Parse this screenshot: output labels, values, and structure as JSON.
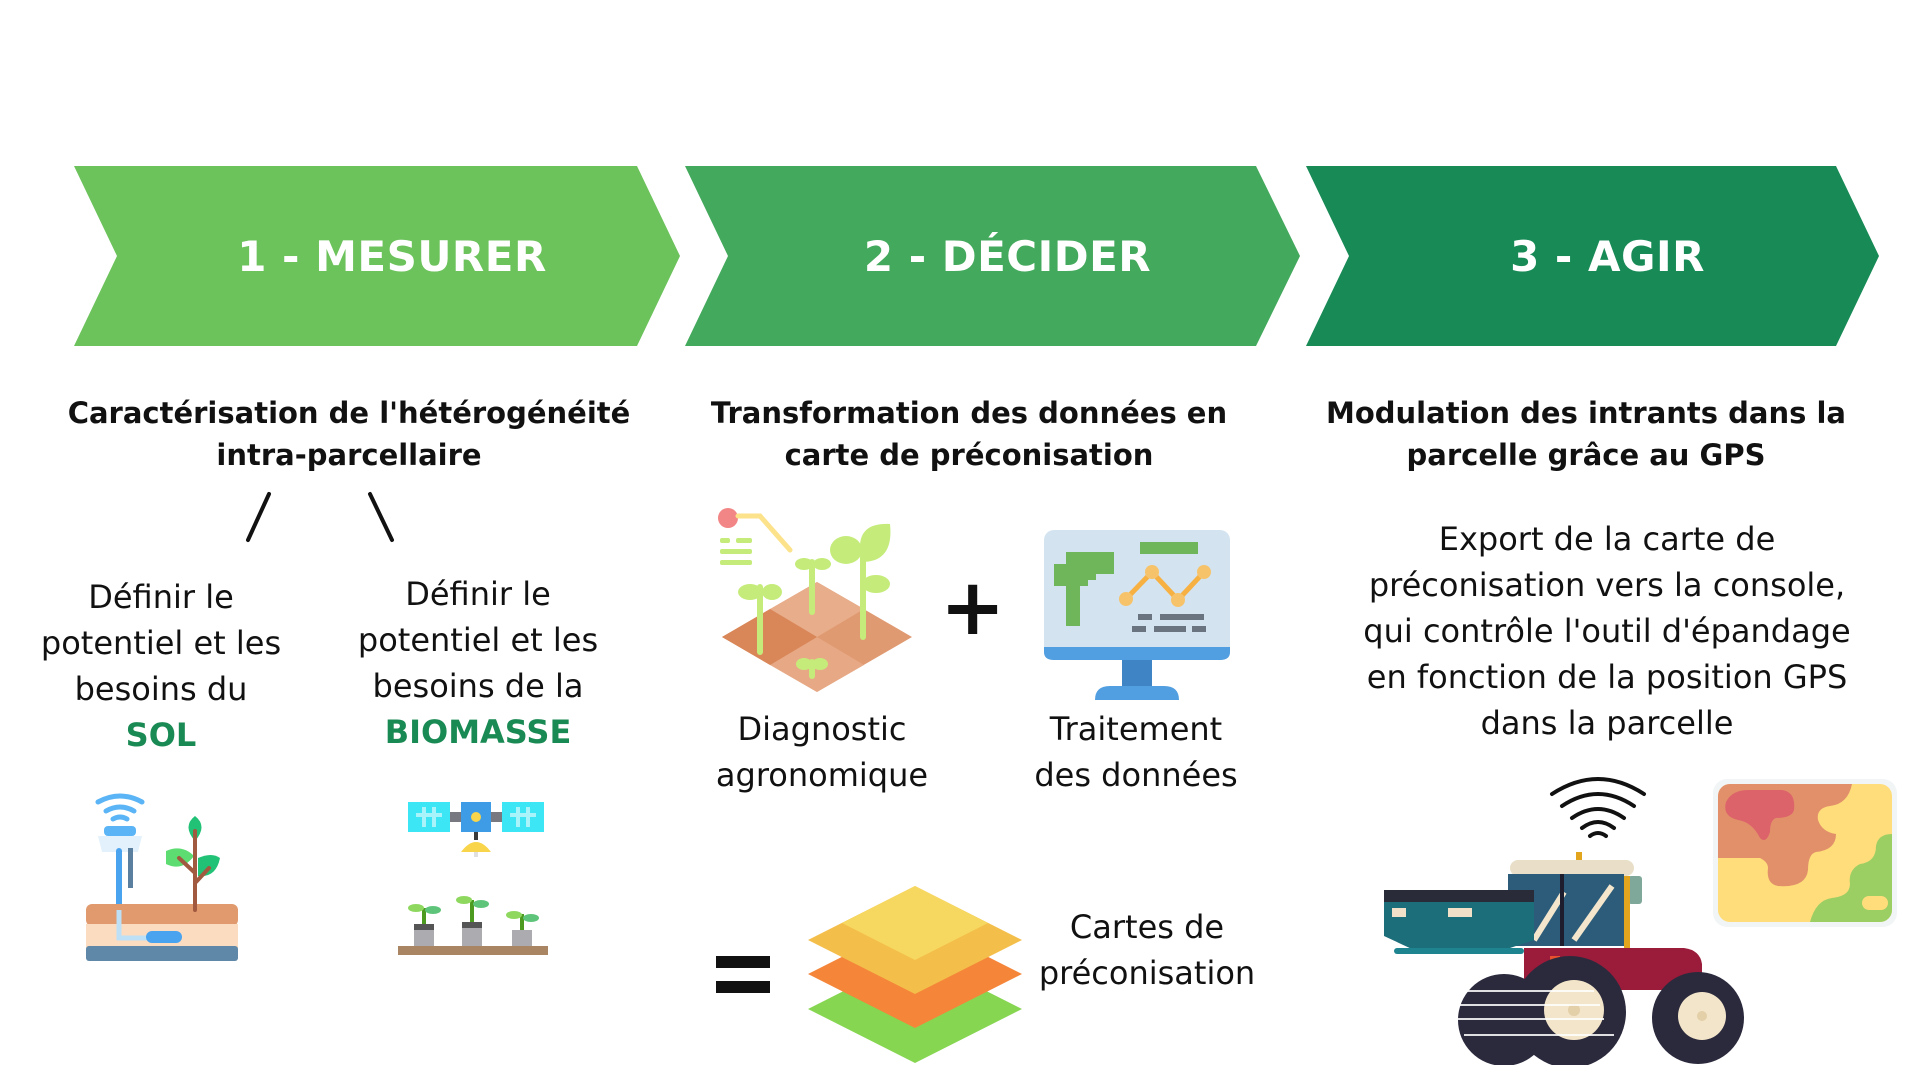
{
  "colors": {
    "step1": "#6CC25B",
    "step2": "#43A95C",
    "step3": "#178A56",
    "accent_text": "#1A8A54",
    "text": "#111111"
  },
  "steps": [
    {
      "label": "1 - MESURER",
      "heading": [
        "Caractérisation de l'hétérogénéité",
        "intra-parcellaire"
      ],
      "branches": [
        {
          "lines": [
            "Définir le",
            "potentiel et les",
            "besoins du"
          ],
          "emphasis": "SOL",
          "icon": "soil-sensor-icon"
        },
        {
          "lines": [
            "Définir le",
            "potentiel et les",
            "besoins de la"
          ],
          "emphasis": "BIOMASSE",
          "icon": "satellite-crops-icon"
        }
      ]
    },
    {
      "label": "2 - DÉCIDER",
      "heading": [
        "Transformation des données en",
        "carte de préconisation"
      ],
      "inputs": [
        {
          "lines": [
            "Diagnostic",
            "agronomique"
          ],
          "icon": "field-diagnostic-icon"
        },
        {
          "lines": [
            "Traitement",
            "des données"
          ],
          "icon": "data-monitor-icon"
        }
      ],
      "plus_symbol": "+",
      "equals_symbol": "=",
      "result": {
        "lines": [
          "Cartes de",
          "préconisation"
        ],
        "icon": "map-layers-icon"
      }
    },
    {
      "label": "3 - AGIR",
      "heading": [
        "Modulation des intrants dans la",
        "parcelle grâce au GPS"
      ],
      "description": [
        "Export de la carte de",
        "préconisation vers la console,",
        "qui contrôle l'outil d'épandage",
        "en fonction de la position GPS",
        "dans la parcelle"
      ],
      "icons": [
        "tractor-spreader-icon",
        "wifi-signal-icon",
        "prescription-map-icon"
      ]
    }
  ]
}
